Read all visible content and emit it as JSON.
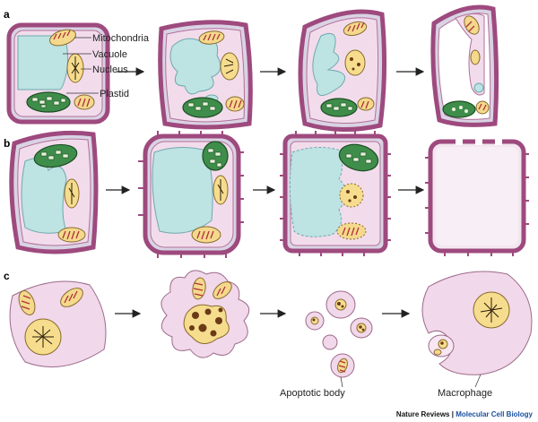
{
  "panels": [
    "a",
    "b",
    "c"
  ],
  "labels": {
    "mitochondria": "Mitochondria",
    "vacuole": "Vacuole",
    "nucleus": "Nucleus",
    "plastid": "Plastid",
    "apoptotic_body": "Apoptotic body",
    "macrophage": "Macrophage"
  },
  "credit": {
    "journal": "Nature Reviews",
    "separator": " | ",
    "title": "Molecular Cell Biology"
  }
}
